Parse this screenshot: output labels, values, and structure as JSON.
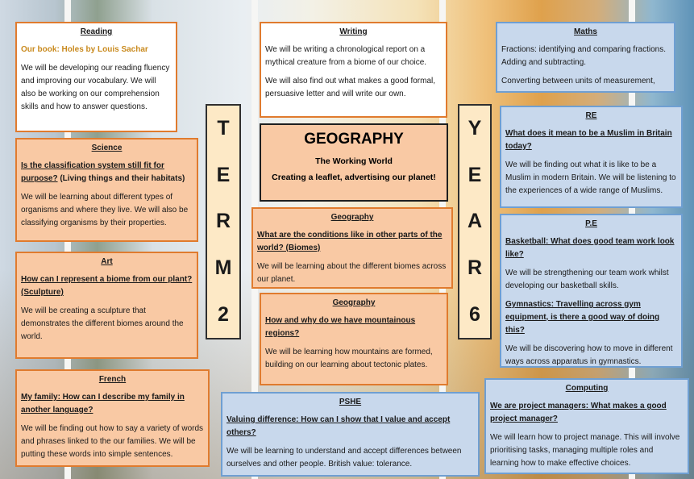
{
  "reading": {
    "heading": "Reading",
    "book": "Our book: Holes by Louis Sachar",
    "text": "We will be developing our reading fluency and improving our vocabulary. We will also be working on our comprehension skills and how to answer questions."
  },
  "writing": {
    "heading": "Writing",
    "p1": "We will be writing a chronological report on a mythical creature from a biome of our choice.",
    "p2": "We will also find out what makes a good formal, persuasive letter and will write our own."
  },
  "maths": {
    "heading": "Maths",
    "p1": "Fractions: identifying and comparing fractions. Adding and subtracting.",
    "p2": "Converting between units of measurement,"
  },
  "science": {
    "heading": "Science",
    "question": "Is the classification system still fit for purpose?",
    "question_suffix": " (Living things and their habitats)",
    "text": "We will be learning about different types of organisms and where they live. We will also be classifying organisms by their properties."
  },
  "term": {
    "letters": [
      "T",
      "E",
      "R",
      "M",
      "2"
    ]
  },
  "year": {
    "letters": [
      "Y",
      "E",
      "A",
      "R",
      "6"
    ]
  },
  "geography_title": {
    "title": "GEOGRAPHY",
    "subtitle": "The Working World",
    "tagline": "Creating a leaflet, advertising our planet!"
  },
  "re": {
    "heading": "RE",
    "question": "What does it mean to be a Muslim in Britain today?",
    "text": "We will be finding out what it is like to be a Muslim in modern Britain. We will be listening to the experiences of a wide range of Muslims."
  },
  "geography1": {
    "heading": "Geography",
    "question": "What are the conditions like in other parts of the world? (Biomes)",
    "text": "We will be learning about the different biomes across our planet."
  },
  "art": {
    "heading": "Art",
    "question": "How can I represent a biome from our plant? (Sculpture)",
    "text": "We will be creating a sculpture that demonstrates the different biomes around the world."
  },
  "pe": {
    "heading": "P.E",
    "q1": "Basketball: What does good team work look like?",
    "t1": "We will be strengthening our team work whilst developing our basketball skills.",
    "q2": "Gymnastics: Travelling across gym equipment, is there a good way of doing this?",
    "t2": "We will be discovering how to move in different ways across apparatus in gymnastics."
  },
  "geography2": {
    "heading": "Geography",
    "question": "How and why do we have mountainous regions?",
    "text": "We will be learning how mountains are formed, building on our learning about tectonic plates."
  },
  "french": {
    "heading": "French",
    "question": "My family: How can I describe my family in another language?",
    "text": "We will be finding out how to say a variety of words and phrases linked to the our families. We will be putting these words into simple sentences."
  },
  "pshe": {
    "heading": "PSHE",
    "question": "Valuing difference: How can I show that I value and accept others?",
    "text": "We will be learning to understand and accept differences between ourselves and other people. British value: tolerance."
  },
  "computing": {
    "heading": "Computing",
    "question": "We are project managers: What makes a good project manager?",
    "text": "We will learn how to project manage. This will involve prioritising tasks, managing multiple roles and learning how to make effective choices."
  }
}
